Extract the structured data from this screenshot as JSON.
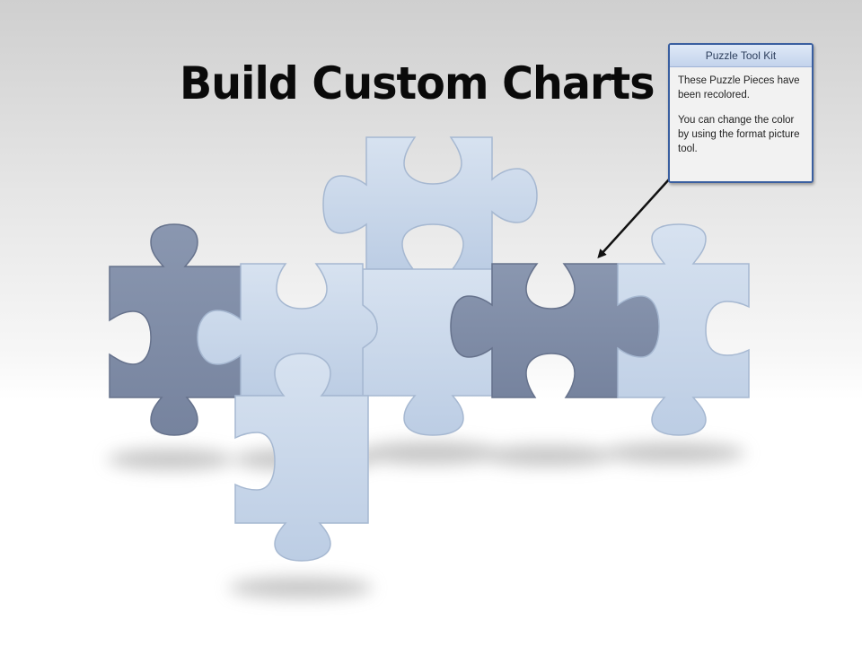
{
  "slide": {
    "title": "Build Custom Charts"
  },
  "callout": {
    "header": "Puzzle Tool Kit",
    "line1": "These Puzzle Pieces have been recolored.",
    "line2": "You can change the color by using the format picture tool."
  },
  "colors": {
    "light_piece": "#c8d7ea",
    "dark_piece": "#808da7",
    "callout_border": "#3a5fa0"
  }
}
